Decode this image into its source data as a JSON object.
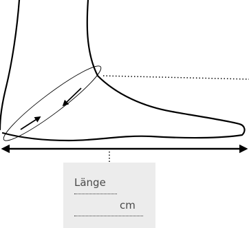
{
  "measurement": {
    "length_label": "Länge",
    "unit_label": "cm"
  },
  "colors": {
    "line": "#000000",
    "box_background": "#ececec",
    "label_text": "#4a4a4a"
  },
  "icons": [
    "foot-outline",
    "double-arrow-icon",
    "curved-arrow-icon"
  ]
}
